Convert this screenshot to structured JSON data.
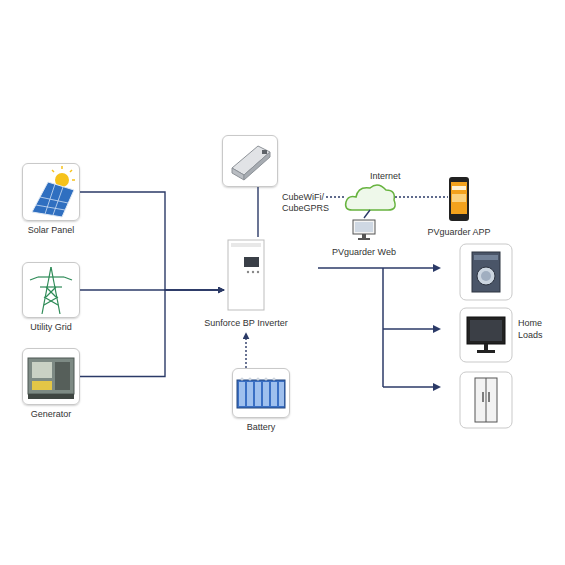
{
  "diagram": {
    "nodes": [
      {
        "text": [
          "Solar Panel"
        ]
      },
      {
        "text": [
          "Utility Grid"
        ]
      },
      {
        "text": [
          "Generator"
        ]
      },
      {
        "text": [
          "CubeWiFi/ CubeGPRS"
        ]
      },
      {
        "text": [
          "Sunforce BP Inverter"
        ]
      },
      {
        "text": [
          "Battery"
        ]
      },
      {
        "text": [
          "Internet"
        ]
      },
      {
        "text": [
          "PVguarder Web"
        ]
      },
      {
        "text": [
          "PVguarder APP"
        ]
      }
    ],
    "edges": [
      {
        "from": 0,
        "to": 4,
        "arrow": "to"
      },
      {
        "from": 1,
        "to": 4,
        "arrow": "to"
      },
      {
        "from": 2,
        "to": 4,
        "arrow": "to"
      },
      {
        "from": 3,
        "to": 4,
        "arrow": "none"
      },
      {
        "from": 5,
        "to": 4,
        "arrow": "to"
      },
      {
        "from": 3,
        "to": 6,
        "arrow": "none"
      },
      {
        "from": 6,
        "to": 8,
        "arrow": "none"
      },
      {
        "from": 6,
        "to": 7,
        "arrow": "none"
      }
    ],
    "labels": [
      "Home Loads"
    ]
  }
}
